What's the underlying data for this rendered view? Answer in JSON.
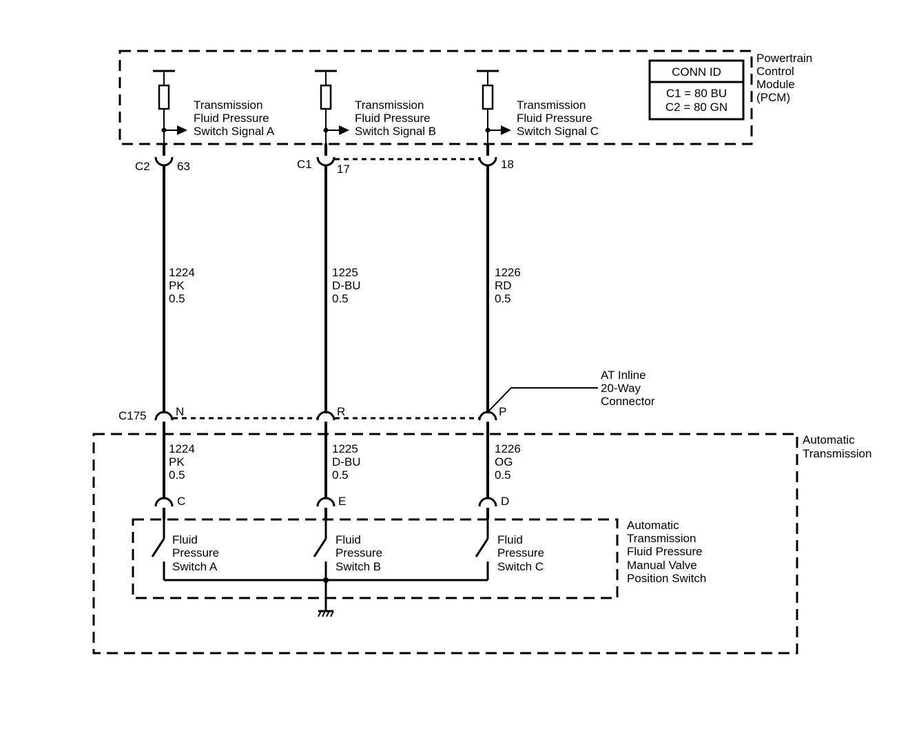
{
  "pcm": {
    "label_lines": [
      "Powertrain",
      "Control",
      "Module",
      "(PCM)"
    ],
    "conn_id": {
      "title": "CONN ID",
      "lines": [
        "C1 = 80 BU",
        "C2 = 80 GN"
      ]
    }
  },
  "circuits": [
    {
      "signal_lines": [
        "Transmission",
        "Fluid Pressure",
        "Switch Signal A"
      ],
      "pcm_connector": "C2",
      "pcm_pin": "63",
      "wire_upper": [
        "1224",
        "PK",
        "0.5"
      ],
      "inline_pin": "N",
      "wire_lower": [
        "1224",
        "PK",
        "0.5"
      ],
      "switch_pin": "C",
      "switch_lines": [
        "Fluid",
        "Pressure",
        "Switch A"
      ]
    },
    {
      "signal_lines": [
        "Transmission",
        "Fluid Pressure",
        "Switch Signal B"
      ],
      "pcm_connector": "C1",
      "pcm_pin": "17",
      "wire_upper": [
        "1225",
        "D-BU",
        "0.5"
      ],
      "inline_pin": "R",
      "wire_lower": [
        "1225",
        "D-BU",
        "0.5"
      ],
      "switch_pin": "E",
      "switch_lines": [
        "Fluid",
        "Pressure",
        "Switch B"
      ]
    },
    {
      "signal_lines": [
        "Transmission",
        "Fluid Pressure",
        "Switch Signal C"
      ],
      "pcm_connector": "",
      "pcm_pin": "18",
      "wire_upper": [
        "1226",
        "RD",
        "0.5"
      ],
      "inline_pin": "P",
      "wire_lower": [
        "1226",
        "OG",
        "0.5"
      ],
      "switch_pin": "D",
      "switch_lines": [
        "Fluid",
        "Pressure",
        "Switch C"
      ]
    }
  ],
  "inline_connector": {
    "id": "C175",
    "label_lines": [
      "AT Inline",
      "20-Way",
      "Connector"
    ]
  },
  "transmission": {
    "label_lines": [
      "Automatic",
      "Transmission"
    ]
  },
  "switch_assembly": {
    "label_lines": [
      "Automatic",
      "Transmission",
      "Fluid Pressure",
      "Manual Valve",
      "Position Switch"
    ]
  }
}
